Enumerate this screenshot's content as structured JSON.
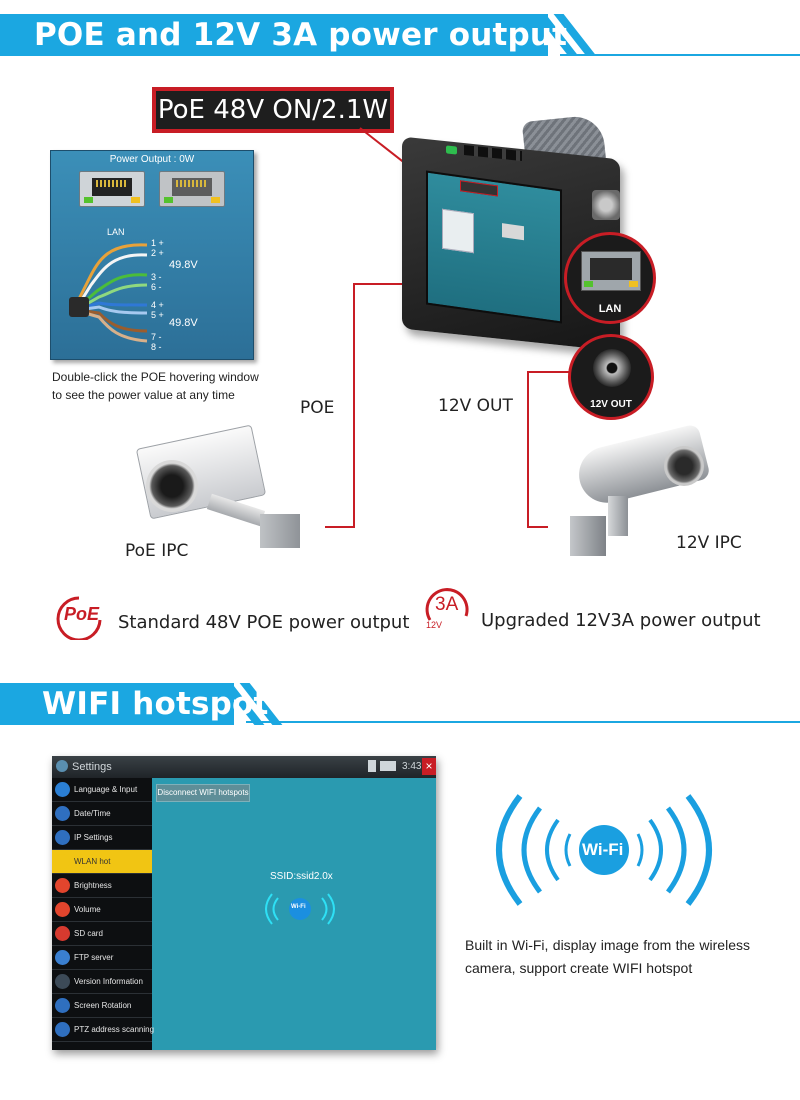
{
  "section_poe": {
    "title": "POE and 12V 3A power output"
  },
  "status_box": {
    "text": "PoE 48V ON/2.1W"
  },
  "poe_panel": {
    "title": "Power Output : 0W",
    "lan_label": "LAN",
    "pins": [
      "1",
      "2",
      "3",
      "6",
      "4",
      "5",
      "7",
      "8"
    ],
    "pin_signs": [
      "+",
      "+",
      "-",
      "-",
      "+",
      "+",
      "-",
      "-"
    ],
    "voltage_top": "49.8V",
    "voltage_bottom": "49.8V"
  },
  "poe_caption": {
    "line1": "Double-click the POE hovering window",
    "line2": "to see the power value at any time"
  },
  "labels": {
    "poe": "POE",
    "out12v": "12V OUT",
    "poe_ipc": "PoE IPC",
    "ipc_12v": "12V IPC",
    "zoom_lan": "LAN",
    "zoom_12v": "12V OUT"
  },
  "features": {
    "poe_text": "Standard 48V POE power output",
    "poe_logo": "PoE",
    "power_text": "Upgraded 12V3A power output",
    "power_logo_top": "3A",
    "power_logo_bottom": "12V"
  },
  "section_wifi": {
    "title": "WIFI hotspot"
  },
  "settings_screen": {
    "title": "Settings",
    "time": "3:43",
    "disconnect_button": "Disconnect WIFI hotspots",
    "ssid": "SSID:ssid2.0x",
    "wifi_small": "Wi-Fi",
    "menu": [
      "Language & Input",
      "Date/Time",
      "IP Settings",
      "WLAN hot",
      "Brightness",
      "Volume",
      "SD card",
      "FTP server",
      "Version Information",
      "Screen Rotation",
      "PTZ address scanning"
    ],
    "active_index": 3
  },
  "wifi_logo": {
    "text": "Wi-Fi"
  },
  "wifi_desc": {
    "text": "Built in Wi-Fi, display image from the wireless camera, support create WIFI hotspot"
  },
  "colors": {
    "accent_blue": "#1ba7e1",
    "red": "#c81d25",
    "menu_active": "#f1c513"
  }
}
